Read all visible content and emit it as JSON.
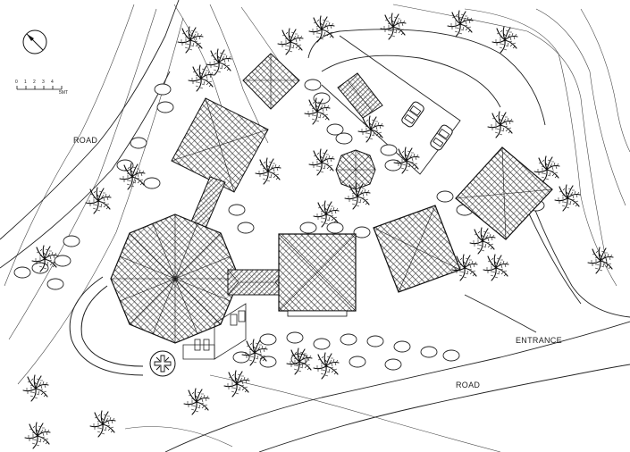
{
  "labels": {
    "road_west": "ROAD",
    "road_south": "ROAD",
    "entrance": "ENTRANCE"
  },
  "scale_bar": {
    "ticks": [
      "0",
      "1",
      "2",
      "3",
      "4",
      "5MT"
    ]
  },
  "icons": {
    "north": "north-arrow-icon",
    "tree": "palm-tree-icon",
    "car": "car-icon"
  },
  "colors": {
    "line": "#222222",
    "background": "#ffffff"
  }
}
